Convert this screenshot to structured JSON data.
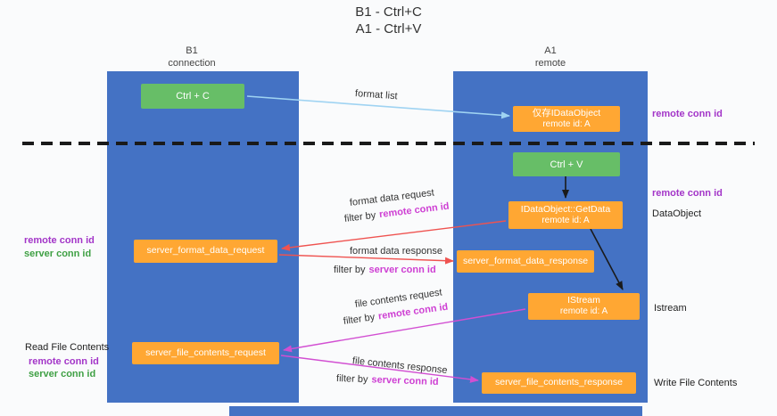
{
  "title": {
    "line1": "B1 - Ctrl+C",
    "line2": "A1 - Ctrl+V"
  },
  "lanes": {
    "left": {
      "name": "B1",
      "sub": "connection"
    },
    "right": {
      "name": "A1",
      "sub": "remote"
    }
  },
  "nodes": {
    "ctrl_c": "Ctrl + C",
    "ctrl_v": "Ctrl + V",
    "idataobject": {
      "line1": "仅存IDataObject",
      "line2": "remote id: A"
    },
    "getdata": {
      "line1": "IDataObject::GetData",
      "line2": "remote id: A"
    },
    "istream": {
      "line1": "IStream",
      "line2": "remote id: A"
    },
    "format_request": "server_format_data_request",
    "format_response": "server_format_data_response",
    "file_request": "server_file_contents_request",
    "file_response": "server_file_contents_response"
  },
  "labels": {
    "format_list": "format list",
    "format_data_request": "format data request",
    "format_data_response": "format data response",
    "file_contents_request": "file contents request",
    "file_contents_response": "file contents response",
    "filter_by": "filter by",
    "remote_conn_id": "remote conn id",
    "server_conn_id": "server conn id",
    "dataobject": "DataObject",
    "istream_side": "Istream",
    "read_file_contents": "Read File Contents",
    "write_file_contents": "Write File Contents"
  },
  "colors": {
    "lane_blue": "#4472C4",
    "node_orange": "#FFA733",
    "node_green": "#67BE67",
    "purple_text": "#A335C8",
    "green_text": "#3FA044",
    "magenta_text": "#CE3FD3",
    "arrow_blue": "#9FD3F2",
    "arrow_red": "#EF5350",
    "arrow_magenta": "#D24FD2",
    "arrow_black": "#1A1A1A"
  }
}
